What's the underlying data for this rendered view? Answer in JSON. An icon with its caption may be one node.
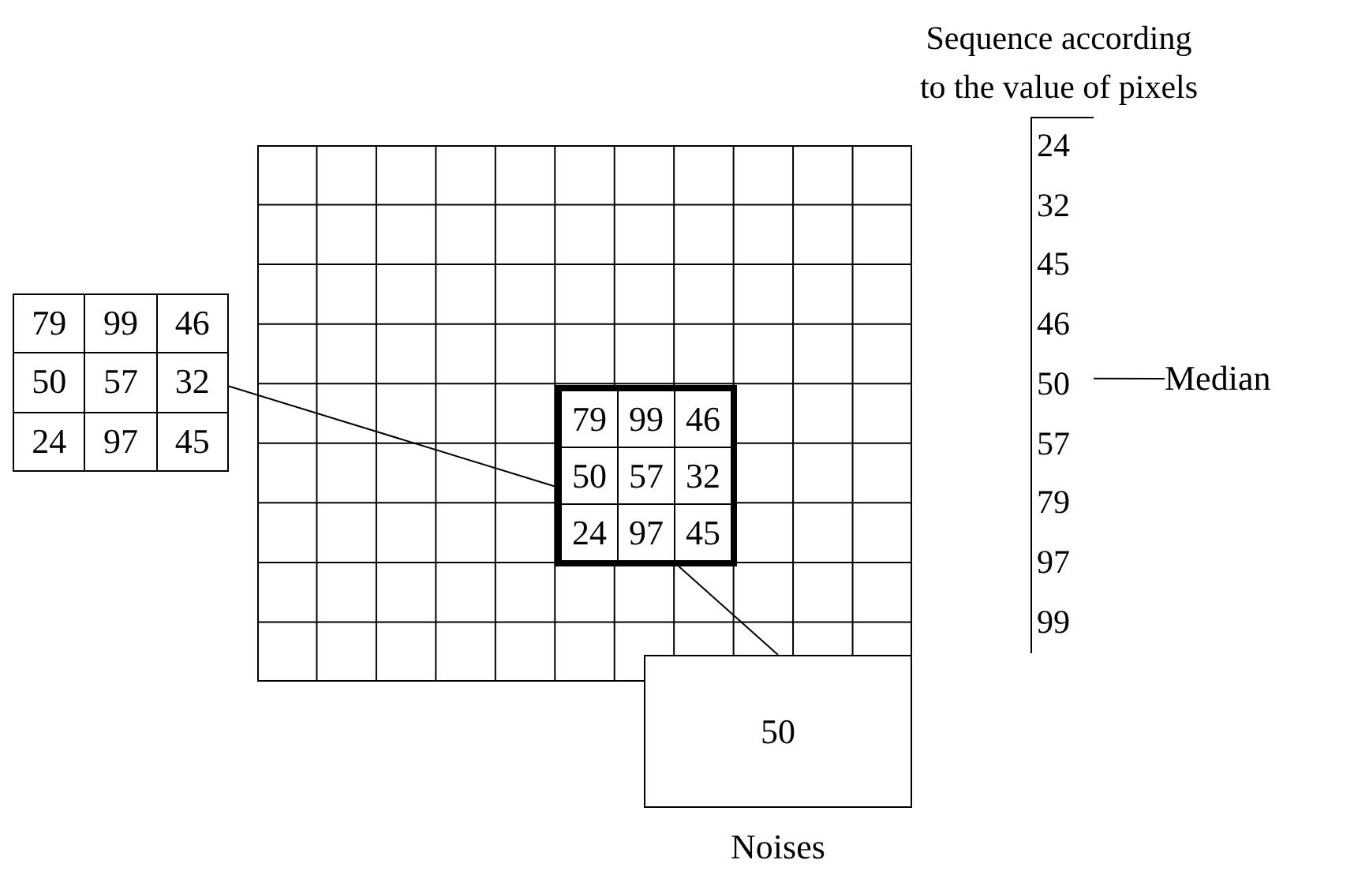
{
  "diagram": {
    "nodes": [
      {
        "text": [],
        "shape": "box"
      },
      {
        "text": [
          "79",
          "99",
          "46",
          "50",
          "57",
          "32",
          "24",
          "97",
          "45"
        ],
        "in": 0
      },
      {
        "text": [
          "79",
          "99",
          "46",
          "50",
          "57",
          "32",
          "24",
          "97",
          "45"
        ]
      },
      {
        "text": [
          "50"
        ],
        "beside": [
          "Noises"
        ]
      },
      {
        "text": [
          "Sequence according to the value of pixels",
          "24",
          "32",
          "45",
          "46",
          "50",
          "57",
          "79",
          "97",
          "99"
        ]
      },
      {
        "text": [
          "Median"
        ]
      }
    ],
    "edges": [
      {
        "from": 2,
        "to": 1,
        "arrow": "none"
      },
      {
        "from": 1,
        "to": 3,
        "arrow": "none"
      },
      {
        "from": 5,
        "to": 4,
        "arrow": "none"
      }
    ]
  }
}
